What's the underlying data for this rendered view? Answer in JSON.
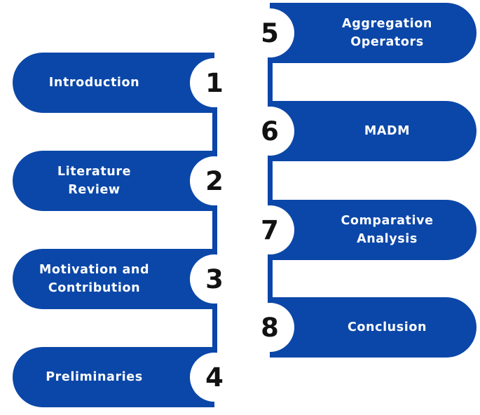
{
  "left_steps": [
    {
      "number": "1",
      "label": "Introduction"
    },
    {
      "number": "2",
      "label": "Literature\nReview"
    },
    {
      "number": "3",
      "label": "Motivation and\nContribution"
    },
    {
      "number": "4",
      "label": "Preliminaries"
    }
  ],
  "right_steps": [
    {
      "number": "5",
      "label": "Aggregation\nOperators"
    },
    {
      "number": "6",
      "label": "MADM"
    },
    {
      "number": "7",
      "label": "Comparative\nAnalysis"
    },
    {
      "number": "8",
      "label": "Conclusion"
    }
  ],
  "colors": {
    "pill": "#0b47a8",
    "connector": "#0a45ab",
    "badge": "#ffffff",
    "number": "#121212"
  }
}
